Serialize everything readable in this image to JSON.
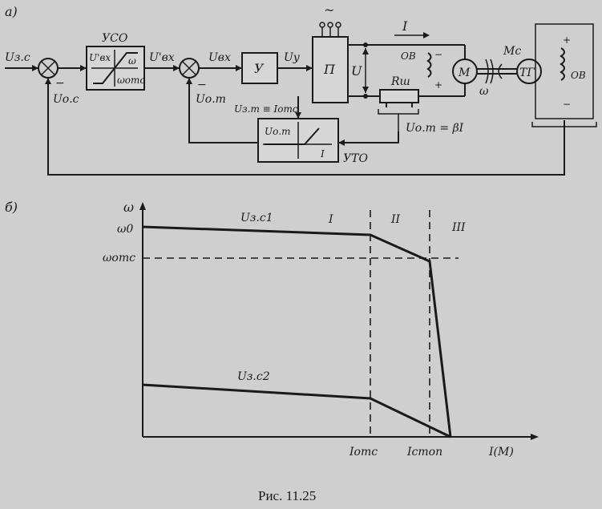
{
  "panel_a": {
    "label": "а)",
    "u_zs": "Uз.с",
    "u_os": "Uо.с",
    "uso": "УСО",
    "uso_in": "U'вх",
    "uso_w": "ω",
    "uso_wotc": "ωотс",
    "u_in_prime": "U'вх",
    "u_in": "Uвх",
    "u_ot": "Uо.т",
    "y_block": "У",
    "u_y": "Uу",
    "p_block": "П",
    "u": "U",
    "tilde": "~",
    "current": "I",
    "ov_motor": "ОВ",
    "m_block": "М",
    "mc": "Mс",
    "omega": "ω",
    "tg_block": "ТГ",
    "ov_tg": "ОВ",
    "rsh": "Rш",
    "u_zt": "Uз.т ≡ Iотс",
    "uto_in": "Uо.т",
    "uto_out": "I",
    "uto": "УТО",
    "u_ot_beta": "Uо.т = βI",
    "minus": "−",
    "plus": "+"
  },
  "panel_b": {
    "label": "б)",
    "y_axis": "ω",
    "x_axis": "I(M)",
    "omega0": "ω0",
    "omega_otc": "ωотс",
    "i_otc": "Iотс",
    "i_stop": "Iстоп",
    "region1": "I",
    "region2": "II",
    "region3": "III",
    "curve1": "Uз.с1",
    "curve2": "Uз.с2"
  },
  "caption": "Рис. 11.25"
}
